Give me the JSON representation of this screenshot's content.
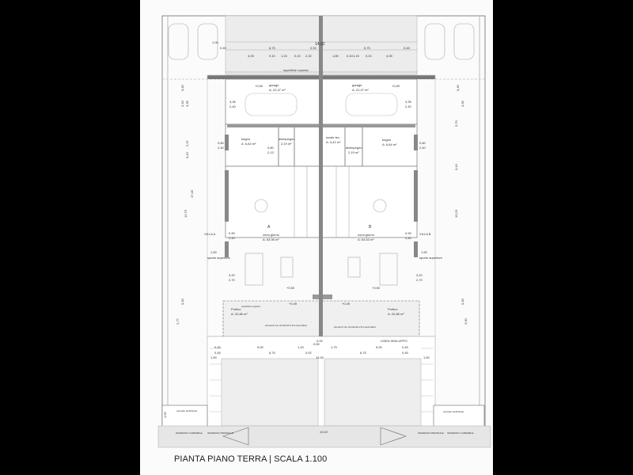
{
  "caption": "PIANTA PIANO TERRA | SCALA 1.100",
  "top_dims": {
    "total": "14,92",
    "left_row1": [
      "1,00",
      "0,45",
      "6,75",
      "0,92"
    ],
    "left_row2": [
      "4,05",
      "0,10",
      "1,15",
      "0,10",
      "2,32"
    ],
    "right_row1": [
      "6,75",
      "0,45"
    ],
    "right_row2": [
      "1,80",
      "0,10",
      "1,15",
      "0,10",
      "4,05"
    ],
    "covered": "superficie coperta"
  },
  "rooms": {
    "garage_left": {
      "name": "garage",
      "area": "A: 22,47 m²",
      "level": "+0,50",
      "dims": [
        "3,35",
        "2,40"
      ]
    },
    "garage_right": {
      "name": "garage",
      "area": "A: 22,47 m²",
      "level": "+0,50",
      "dims": [
        "3,35",
        "2,40"
      ]
    },
    "bagno_left": {
      "name": "bagno",
      "area": "A: 6,84 m²",
      "dims": [
        "0,80",
        "2,40"
      ],
      "d2": [
        "0,80",
        "2,13"
      ]
    },
    "bagno_right": {
      "name": "bagno",
      "area": "A: 6,84 m²",
      "dims": [
        "0,80",
        "2,40"
      ]
    },
    "disimpegno_left": {
      "name": "disimpegno",
      "area": "2,19 m²"
    },
    "disimpegno_right": {
      "name": "disimpegno",
      "area": "2,19 m²"
    },
    "locale_tecnico": {
      "name": "locale tec.",
      "area": "A: 3,42 m²"
    },
    "giorno_left": {
      "name": "zona giorno",
      "area": "A: 63,96 m²",
      "level": "+0,50",
      "unit": "A",
      "villa": "VILLA A"
    },
    "giorno_right": {
      "name": "zona giorno",
      "area": "A: 64,53 m²",
      "level": "+0,50",
      "unit": "B",
      "villa": "VILLA B"
    },
    "portico_left": {
      "name": "Portico",
      "area": "A: 20,86 m²",
      "level": "+0,49",
      "covered": "superficie coperta",
      "note": "elementi non strutturali a fine decorativo"
    },
    "portico_right": {
      "name": "Portico",
      "area": "A: 20,86 m²",
      "level": "+0,49",
      "note": "elementi non strutturali a fine decorativo"
    }
  },
  "side_labels": {
    "sporto": "sporto superiore",
    "sporto_dim": "1,50",
    "win_dims": [
      "0,90",
      "2,40"
    ],
    "win2": [
      "3,20",
      "2,70"
    ],
    "left_vertical": [
      "17,45",
      "12,75",
      "3,43",
      "3,35",
      "2,37",
      "0,45",
      "0,10",
      "2,77",
      "0,45"
    ],
    "right_vertical": [
      "13,20",
      "5,70",
      "3,35",
      "0,45",
      "0,10",
      "3,00",
      "0,45"
    ]
  },
  "bottom_dims": {
    "envelope": "LINEA INVILUPPO",
    "center": "0,92",
    "row1": [
      "0,45",
      "5,00",
      "1,15",
      "0,60",
      "1,75",
      "5,00",
      "0,45"
    ],
    "row2": [
      "0,45",
      "6,75",
      "0,52",
      "6,75",
      "0,45"
    ],
    "total": "14,92",
    "side": "1,50"
  },
  "street": {
    "gate_left": "cancello elettrificato",
    "gate_right": "cancello elettrificato",
    "gate_dim": "1,50",
    "entrances": [
      "INGRESSO CARRABILE",
      "INGRESSO PEDONALE",
      "INGRESSO PEDONALE",
      "INGRESSO CARRABILE"
    ],
    "level": "±0,00"
  }
}
